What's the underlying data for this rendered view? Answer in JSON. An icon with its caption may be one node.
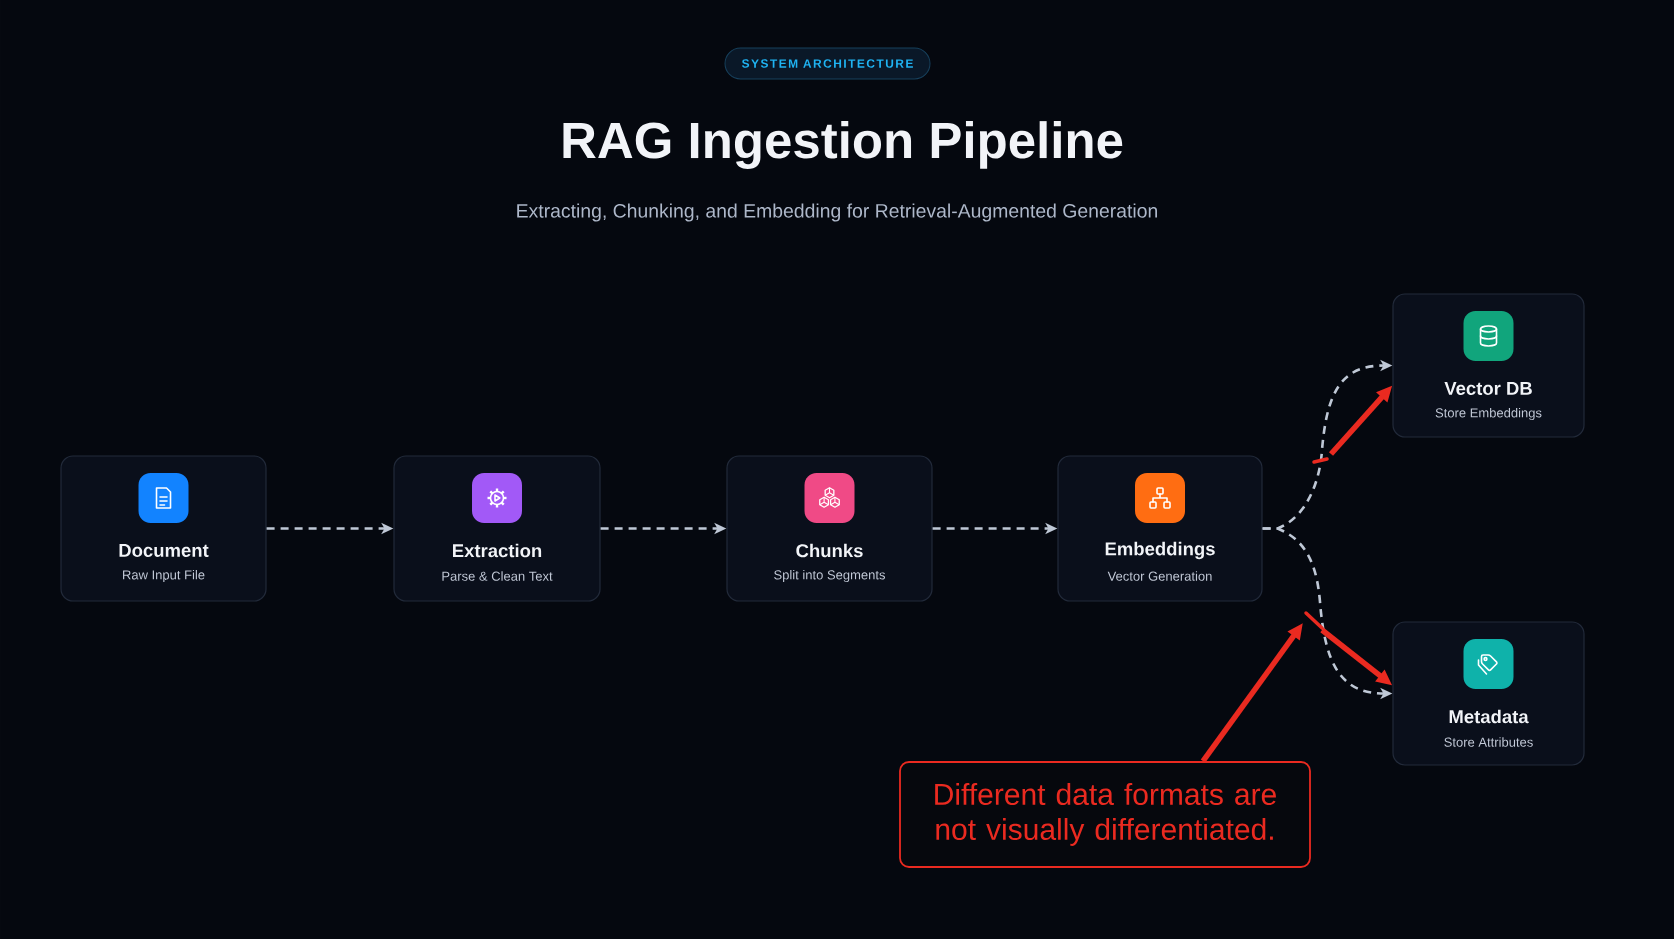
{
  "diagram": {
    "title": "RAG Ingestion Pipeline",
    "nodes": [
      {
        "text": [
          "SYSTEM ARCHITECTURE"
        ]
      },
      {
        "text": [
          "Document",
          "Raw Input File"
        ]
      },
      {
        "text": [
          "Extraction",
          "Parse & Clean Text"
        ]
      },
      {
        "text": [
          "Chunks",
          "Split into Segments"
        ]
      },
      {
        "text": [
          "Embeddings",
          "Vector Generation"
        ]
      },
      {
        "text": [
          "Vector DB",
          "Store Embeddings"
        ]
      },
      {
        "text": [
          "Metadata",
          "Store Attributes"
        ]
      },
      {
        "text": [
          "Different data formats are not visually differentiated."
        ]
      }
    ],
    "edges": [
      {
        "from": 1,
        "to": 2,
        "arrow": "to",
        "style": "dashed"
      },
      {
        "from": 2,
        "to": 3,
        "arrow": "to",
        "style": "dashed"
      },
      {
        "from": 3,
        "to": 4,
        "arrow": "to",
        "style": "dashed"
      },
      {
        "from": 4,
        "to": 5,
        "arrow": "to",
        "style": "dashed"
      },
      {
        "from": 4,
        "to": 6,
        "arrow": "to",
        "style": "dashed"
      },
      {
        "from": null,
        "to": 5,
        "arrow": "to",
        "style": "thick",
        "color": "#ea2a20"
      },
      {
        "from": null,
        "to": 6,
        "arrow": "to",
        "style": "thick",
        "color": "#ea2a20"
      },
      {
        "from": 7,
        "to": null,
        "arrow": "to",
        "style": "thick",
        "color": "#ea2a20"
      }
    ],
    "labels": [
      "Extracting, Chunking, and Embedding for Retrieval-Augmented Generation"
    ]
  }
}
